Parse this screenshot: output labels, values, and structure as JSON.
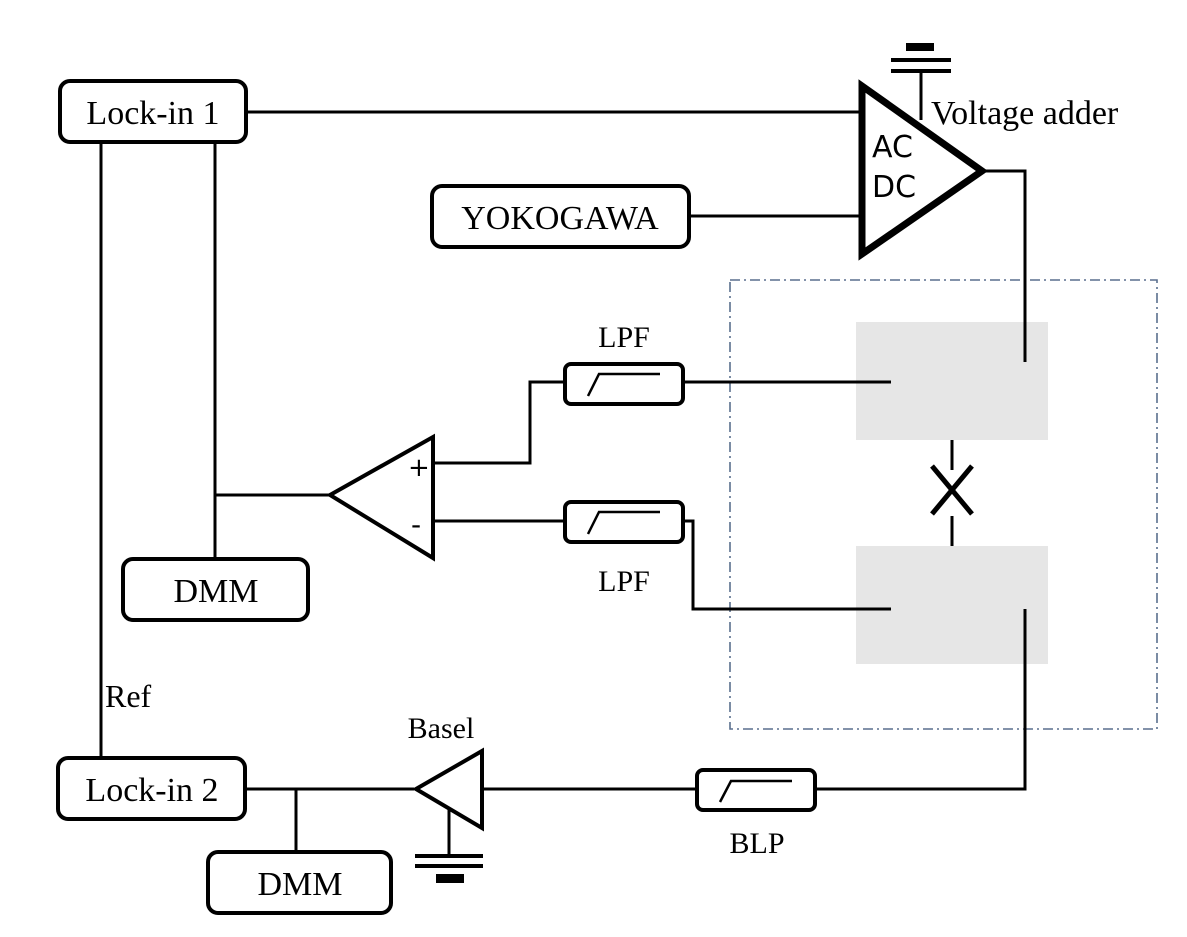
{
  "instruments": {
    "lockin1": "Lock-in 1",
    "lockin2": "Lock-in 2",
    "yokogawa": "YOKOGAWA",
    "dmm_top": "DMM",
    "dmm_bottom": "DMM"
  },
  "adder": {
    "label": "Voltage adder",
    "input_ac": "AC",
    "input_dc": "DC"
  },
  "diff_amp": {
    "plus": "+",
    "minus": "-"
  },
  "filters": {
    "lpf_top": "LPF",
    "lpf_bottom": "LPF",
    "blp": "BLP"
  },
  "preamp": "Basel",
  "ref": "Ref",
  "colors": {
    "sample_pad": "#e6e6e6",
    "boundary": "#5a6f8e"
  }
}
